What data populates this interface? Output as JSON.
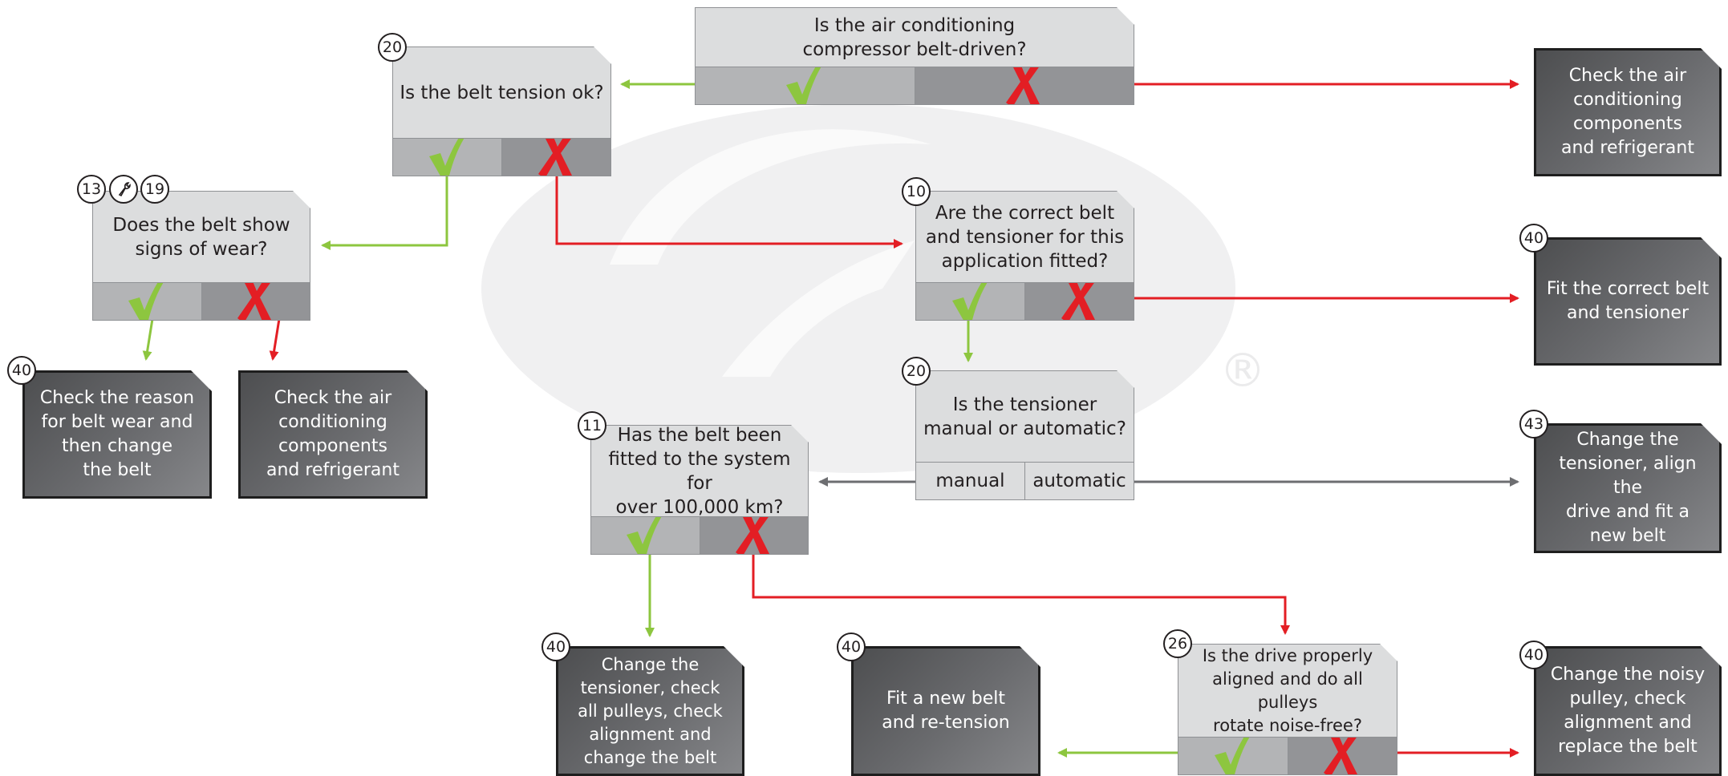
{
  "questions": {
    "ac_belt_driven": {
      "text_line1": "Is the air conditioning",
      "text_line2": "compressor belt-driven?"
    },
    "belt_tension": {
      "text": "Is the belt tension ok?",
      "badge": "20"
    },
    "belt_wear": {
      "text_line1": "Does the belt show",
      "text_line2": "signs of wear?",
      "badge_a": "13",
      "badge_b": "19",
      "badge_tool_icon": "wrench-icon"
    },
    "correct_belt": {
      "text_line1": "Are the correct belt",
      "text_line2": "and tensioner for this",
      "text_line3": "application fitted?",
      "badge": "10"
    },
    "tensioner_type": {
      "text_line1": "Is the tensioner",
      "text_line2": "manual or automatic?",
      "badge": "20",
      "option_manual": "manual",
      "option_automatic": "automatic"
    },
    "belt_100k": {
      "text_line1": "Has the belt been",
      "text_line2": "fitted to the system for",
      "text_line3": "over 100,000 km?",
      "badge": "11"
    },
    "drive_aligned": {
      "text_line1": "Is the drive properly",
      "text_line2": "aligned and do all pulleys",
      "text_line3": "rotate noise-free?",
      "badge": "26"
    }
  },
  "outcomes": {
    "check_ac_top": {
      "lines": [
        "Check the air",
        "conditioning",
        "components",
        "and refrigerant"
      ]
    },
    "fit_correct": {
      "badge": "40",
      "lines": [
        "Fit the correct belt",
        "and tensioner"
      ]
    },
    "change_tensioner_align": {
      "badge": "43",
      "lines": [
        "Change the",
        "tensioner, align the",
        "drive and fit a",
        "new belt"
      ]
    },
    "check_reason_wear": {
      "badge": "40",
      "lines": [
        "Check the reason",
        "for belt wear and",
        "then change",
        "the belt"
      ]
    },
    "check_ac_left": {
      "lines": [
        "Check the air",
        "conditioning",
        "components",
        "and refrigerant"
      ]
    },
    "change_tensioner_pulleys": {
      "badge": "40",
      "lines": [
        "Change the",
        "tensioner, check",
        "all pulleys, check",
        "alignment and",
        "change the belt"
      ]
    },
    "fit_new_belt": {
      "badge": "40",
      "lines": [
        "Fit a new belt",
        "and re-tension"
      ]
    },
    "change_noisy_pulley": {
      "badge": "40",
      "lines": [
        "Change the noisy",
        "pulley, check",
        "alignment and",
        "replace the belt"
      ]
    }
  },
  "answer_icons": {
    "yes": "check-mark-icon",
    "no": "cross-mark-icon"
  },
  "colors": {
    "yes": "#8dc63f",
    "no": "#e31e24",
    "neutral": "#6d6e71",
    "question_fill": "#dcddde",
    "outcome_fill": "#58595b"
  },
  "watermark": {
    "registered_mark": "®"
  }
}
